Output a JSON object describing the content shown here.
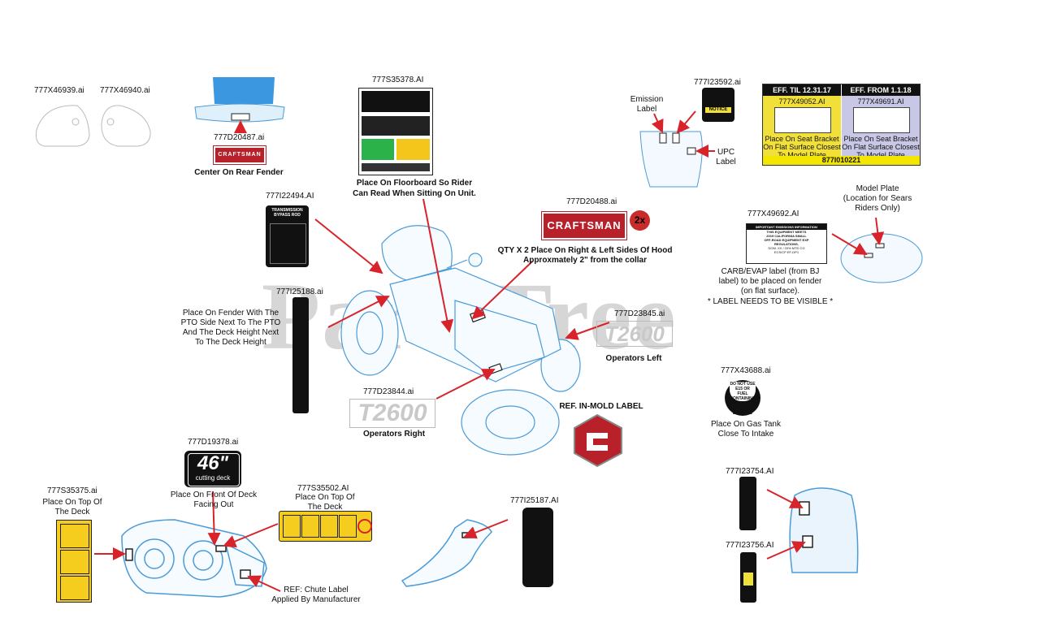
{
  "labels": {
    "p1": "777X46939.ai",
    "p2": "777X46940.ai",
    "p3": "777D20487.ai",
    "p4": "777S35378.AI",
    "p5": "777I23592.ai",
    "p6": "777I22494.AI",
    "p7": "777D20488.ai",
    "p8": "777X49692.AI",
    "p9": "777I25188.ai",
    "p10": "777D23845.ai",
    "p11": "777D23844.ai",
    "p12": "777X43688.ai",
    "p13": "777D19378.ai",
    "p14": "777S35375.ai",
    "p15": "777S35502.AI",
    "p16": "777I25187.AI",
    "p17": "777I23754.AI",
    "p18": "777I23756.AI"
  },
  "notes": {
    "rear_fender": "Center On Rear Fender",
    "floorboard_1": "Place On Floorboard So Rider",
    "floorboard_2": "Can Read When Sitting On Unit.",
    "emission_1": "Emission",
    "emission_2": "Label",
    "upc_1": "UPC",
    "upc_2": "Label",
    "hood_1": "QTY X 2 Place On Right & Left Sides Of Hood",
    "hood_2": "Approxmately 2\" from the collar",
    "badge_2x": "2x",
    "model_plate_1": "Model Plate",
    "model_plate_2": "(Location for Sears",
    "model_plate_3": "Riders Only)",
    "carb_1": "CARB/EVAP label (from BJ",
    "carb_2": "label) to be placed on fender",
    "carb_3": "(on flat surface).",
    "carb_4": "* LABEL NEEDS TO BE VISIBLE *",
    "fender_pto_1": "Place On Fender With The",
    "fender_pto_2": "PTO Side Next To The PTO",
    "fender_pto_3": "And The Deck Height Next",
    "fender_pto_4": "To The Deck Height",
    "operators_left": "Operators Left",
    "operators_right": "Operators Right",
    "in_mold": "REF.  IN-MOLD LABEL",
    "gas_tank_1": "Place On Gas Tank",
    "gas_tank_2": "Close To Intake",
    "deck_front_1": "Place On Front Of Deck",
    "deck_front_2": "Facing Out",
    "deck_top_a1": "Place On Top Of",
    "deck_top_a2": "The Deck",
    "deck_top_b1": "Place On Top Of",
    "deck_top_b2": "The Deck",
    "chute_1": "REF: Chute Label",
    "chute_2": "Applied By Manufacturer"
  },
  "decals": {
    "brand_small": "CRAFTSMAN",
    "brand_large": "CRAFTSMAN",
    "model_left": "T2600",
    "model_right": "T2600",
    "deck_size": "46\"",
    "deck_sub": "cutting deck",
    "transmission_title": "TRANSMISSION BYPASS ROD",
    "notice": "NOTICE",
    "gas_text": "DO NOT USE E15 OR FUEL CONTAINING MORE THAN 10% ETHANOL",
    "emission_plate_1": "IMPORTANT EMISSIONS INFORMATION",
    "emission_plate_2": "THIS EQUIPMENT MEETS",
    "emission_plate_3": "2019 CALIFORNIA SMALL",
    "emission_plate_4": "OFF-ROAD EQUIPMENT EXP",
    "emission_plate_5": "REGULATIONS.",
    "emission_plate_6": "DOM. XX / 20% MTD CG",
    "emission_plate_7": "ECS/CP          EF-DP1"
  },
  "table": {
    "eff_til": "EFF. TIL 12.31.17",
    "eff_from": "EFF. FROM 1.1.18",
    "left_pn": "777X49052.AI",
    "right_pn": "777X49691.AI",
    "left_place_1": "Place On Seat Bracket",
    "left_place_2": "On Flat Surface Closest",
    "left_place_3": "To Model Plate",
    "right_place_1": "Place On Seat Bracket",
    "right_place_2": "On Flat Surface Closest",
    "right_place_3": "To Model Plate",
    "footer": "877I010221"
  },
  "watermark": "PartsTree",
  "colors": {
    "brand_red": "#b8202a",
    "arrow_red": "#d8232a",
    "line_blue": "#4a9bd8",
    "deck_yellow": "#f5cd1e",
    "table_yellow": "#f2e03a",
    "table_purple": "#c9c7e6"
  }
}
